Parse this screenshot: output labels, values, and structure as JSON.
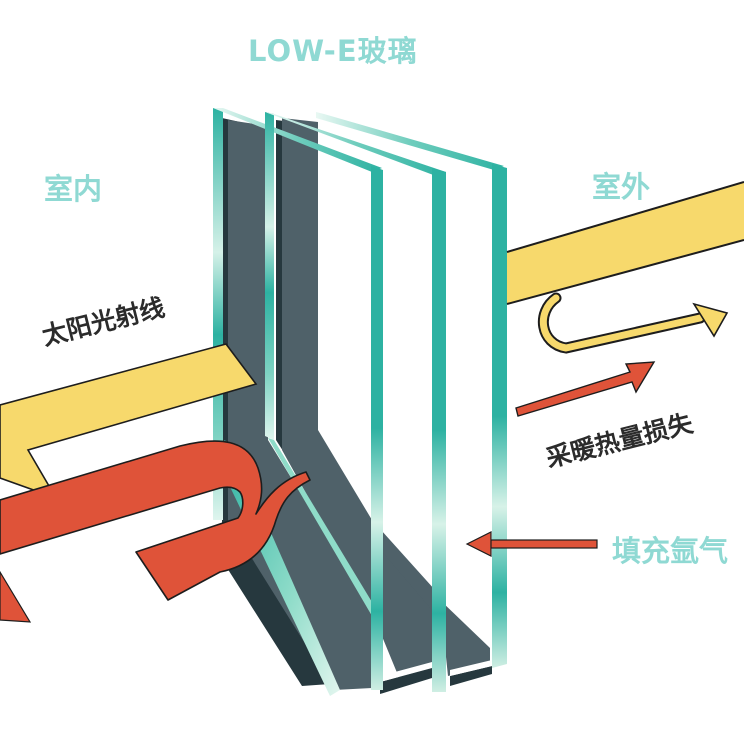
{
  "diagram": {
    "title": "LOW-E玻璃",
    "labels": {
      "indoor": "室内",
      "outdoor": "室外",
      "solar_rays": "太阳光射线",
      "heating_heat_loss": "采暖热量损失",
      "argon_filled": "填充氩气"
    },
    "components": [
      {
        "id": "glass-pane-inner",
        "role": "inner glass pane (Low-E coated)"
      },
      {
        "id": "glass-pane-middle",
        "role": "middle glass pane"
      },
      {
        "id": "glass-pane-outer",
        "role": "outer glass pane"
      },
      {
        "id": "spacer-frame",
        "role": "spacer bars between panes"
      },
      {
        "id": "solar-ray-arrow",
        "role": "sunlight passing from outdoor to indoor"
      },
      {
        "id": "solar-reflect-arrow",
        "role": "sunlight partly reflected outdoors"
      },
      {
        "id": "heat-return-arrow",
        "role": "indoor heat reflected back inside"
      },
      {
        "id": "heat-loss-arrow",
        "role": "heating loss to outdoor"
      },
      {
        "id": "argon-pointer-arrow",
        "role": "points to argon gas cavity"
      }
    ],
    "colors": {
      "label_teal": "#8fd9d3",
      "label_dark": "#2b2b2b",
      "solar_yellow": "#f7d96c",
      "heat_red": "#df5339",
      "frame_slate": "#4f6169",
      "frame_shadow": "#26383e",
      "glass_teal": "#2db2a2",
      "glass_light": "#d8f3ea",
      "outline": "#1d1d1d"
    }
  }
}
